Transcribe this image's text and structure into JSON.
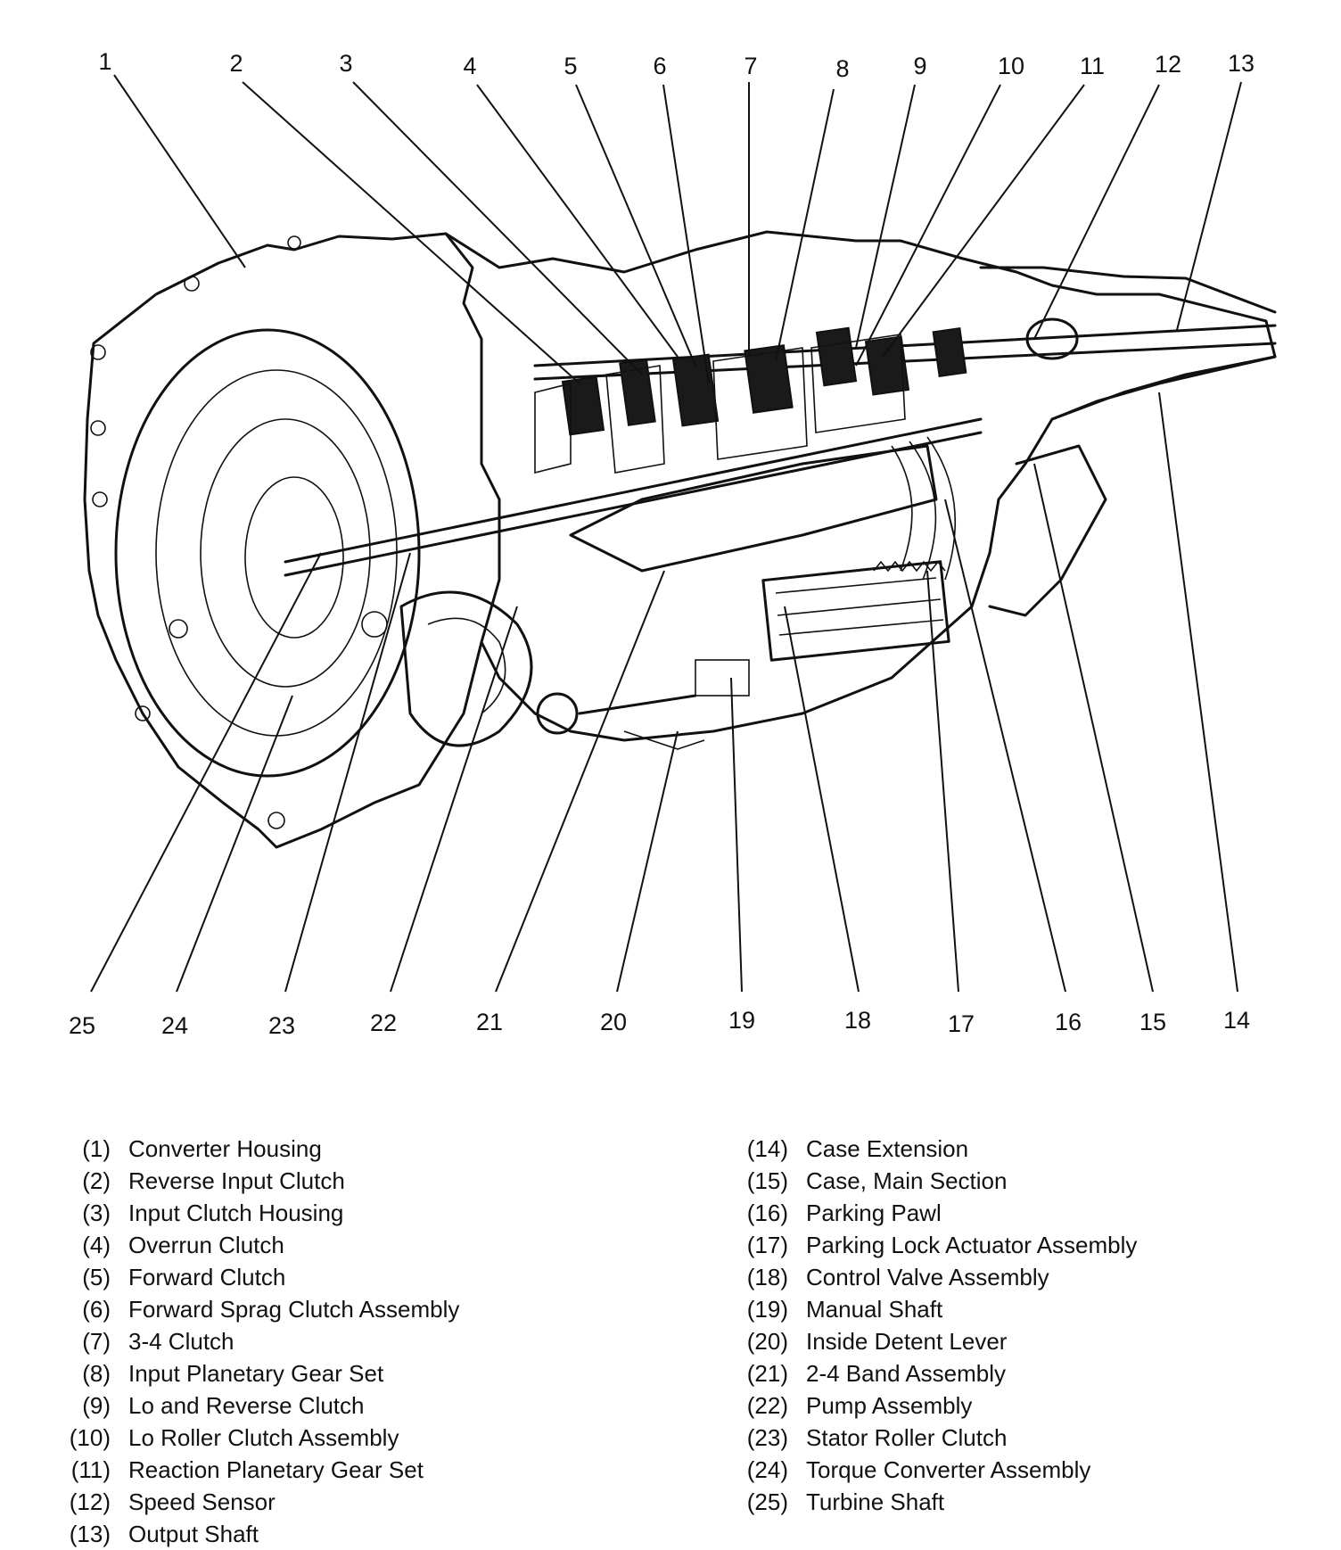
{
  "callouts": {
    "top": [
      "1",
      "2",
      "3",
      "4",
      "5",
      "6",
      "7",
      "8",
      "9",
      "10",
      "11",
      "12",
      "13"
    ],
    "bottom": [
      "25",
      "24",
      "23",
      "22",
      "21",
      "20",
      "19",
      "18",
      "17",
      "16",
      "15",
      "14"
    ]
  },
  "legend": {
    "left": [
      {
        "num": "(1)",
        "label": "Converter Housing"
      },
      {
        "num": "(2)",
        "label": "Reverse Input Clutch"
      },
      {
        "num": "(3)",
        "label": "Input Clutch Housing"
      },
      {
        "num": "(4)",
        "label": "Overrun Clutch"
      },
      {
        "num": "(5)",
        "label": "Forward Clutch"
      },
      {
        "num": "(6)",
        "label": "Forward Sprag Clutch Assembly"
      },
      {
        "num": "(7)",
        "label": "3-4 Clutch"
      },
      {
        "num": "(8)",
        "label": "Input Planetary Gear Set"
      },
      {
        "num": "(9)",
        "label": "Lo and Reverse Clutch"
      },
      {
        "num": "(10)",
        "label": "Lo Roller Clutch Assembly"
      },
      {
        "num": "(11)",
        "label": "Reaction Planetary Gear Set"
      },
      {
        "num": "(12)",
        "label": "Speed Sensor"
      },
      {
        "num": "(13)",
        "label": "Output Shaft"
      }
    ],
    "right": [
      {
        "num": "(14)",
        "label": "Case Extension"
      },
      {
        "num": "(15)",
        "label": "Case, Main Section"
      },
      {
        "num": "(16)",
        "label": "Parking Pawl"
      },
      {
        "num": "(17)",
        "label": "Parking Lock Actuator Assembly"
      },
      {
        "num": "(18)",
        "label": "Control Valve Assembly"
      },
      {
        "num": "(19)",
        "label": "Manual Shaft"
      },
      {
        "num": "(20)",
        "label": "Inside Detent Lever"
      },
      {
        "num": "(21)",
        "label": "2-4 Band Assembly"
      },
      {
        "num": "(22)",
        "label": "Pump Assembly"
      },
      {
        "num": "(23)",
        "label": "Stator Roller Clutch"
      },
      {
        "num": "(24)",
        "label": "Torque Converter Assembly"
      },
      {
        "num": "(25)",
        "label": "Turbine Shaft"
      }
    ]
  }
}
